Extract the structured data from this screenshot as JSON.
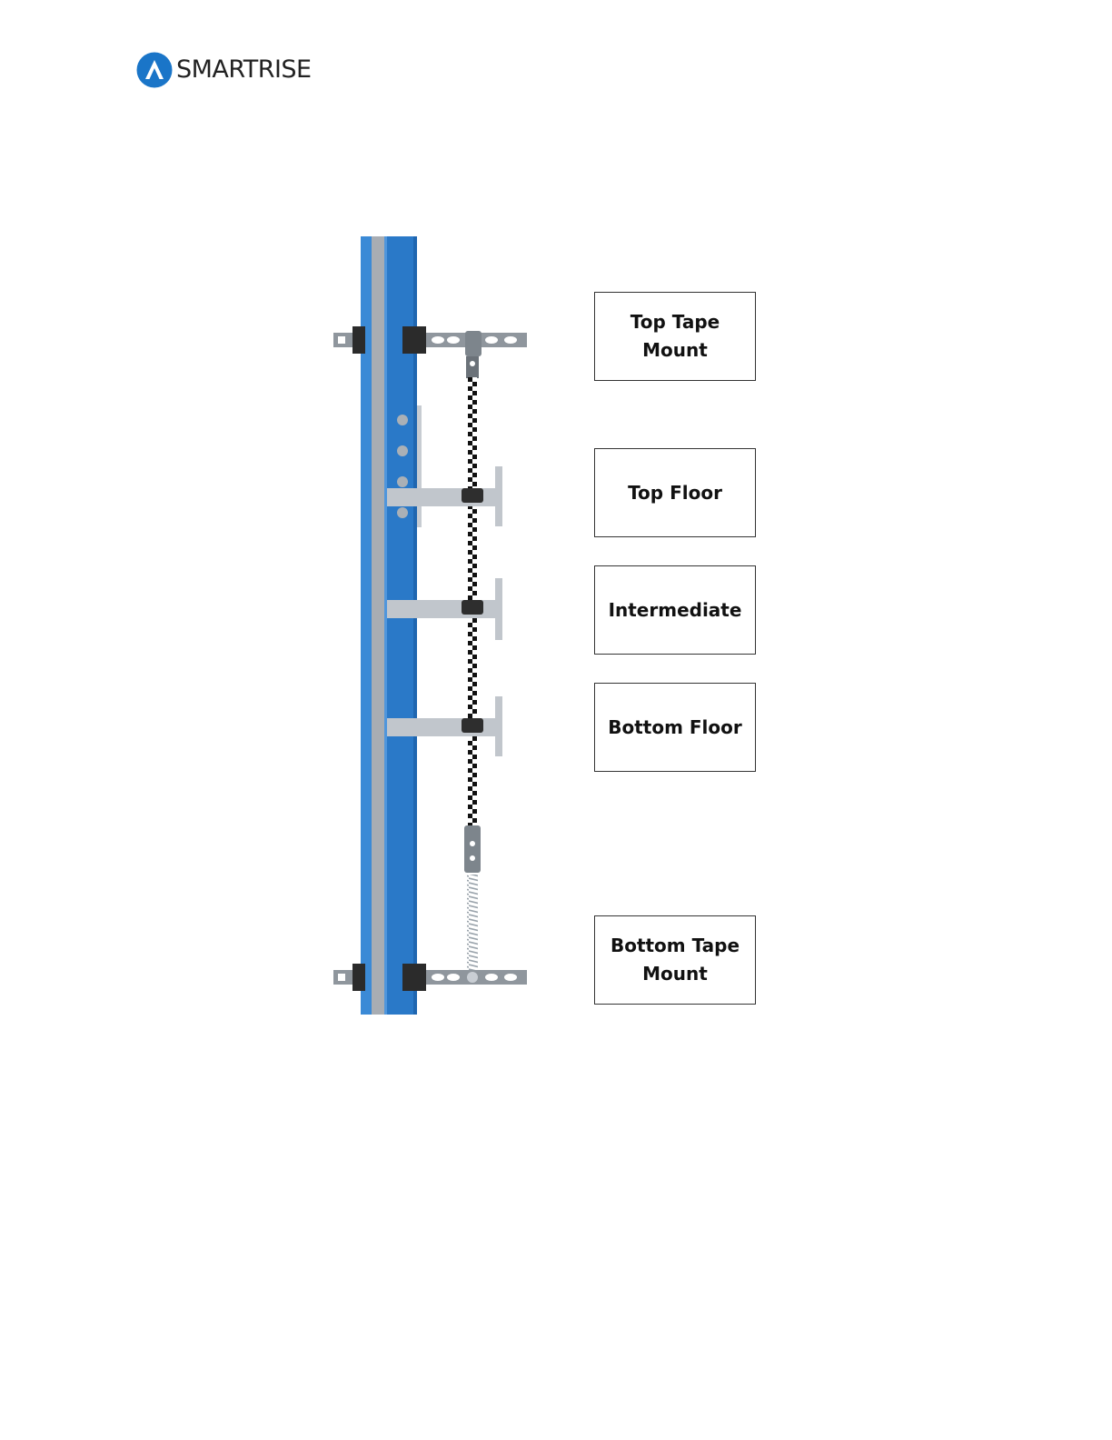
{
  "header": {
    "brand": "SMARTRISE",
    "logo_icon": "smartrise-logo-icon",
    "brand_color": "#1a75c8"
  },
  "diagram": {
    "rail_color": "#2a79c8",
    "labels": {
      "top_tape_mount": "Top Tape Mount",
      "top_floor": "Top Floor",
      "intermediate": "Intermediate",
      "bottom_floor": "Bottom Floor",
      "bottom_tape_mount": "Bottom Tape Mount"
    }
  }
}
